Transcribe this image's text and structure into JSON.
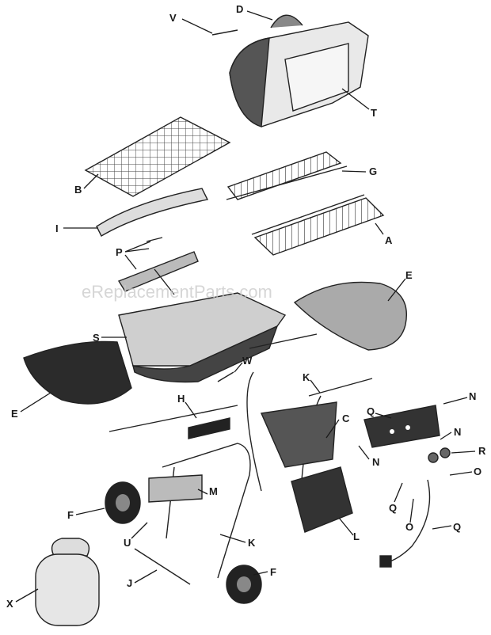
{
  "watermark": "eReplacementParts.com",
  "callouts": {
    "V": "V",
    "D": "D",
    "T": "T",
    "B": "B",
    "G": "G",
    "I": "I",
    "A": "A",
    "P": "P",
    "E_right": "E",
    "S": "S",
    "W": "W",
    "K_upper": "K",
    "N_upper": "N",
    "E_left": "E",
    "H": "H",
    "C": "C",
    "Q_upper": "Q",
    "N_mid": "N",
    "N_lower": "N",
    "R": "R",
    "O_right": "O",
    "M": "M",
    "F_left": "F",
    "Q_mid": "Q",
    "O_mid": "O",
    "U": "U",
    "K_lower": "K",
    "L": "L",
    "Q_lower": "Q",
    "J": "J",
    "F_right": "F",
    "X": "X"
  }
}
